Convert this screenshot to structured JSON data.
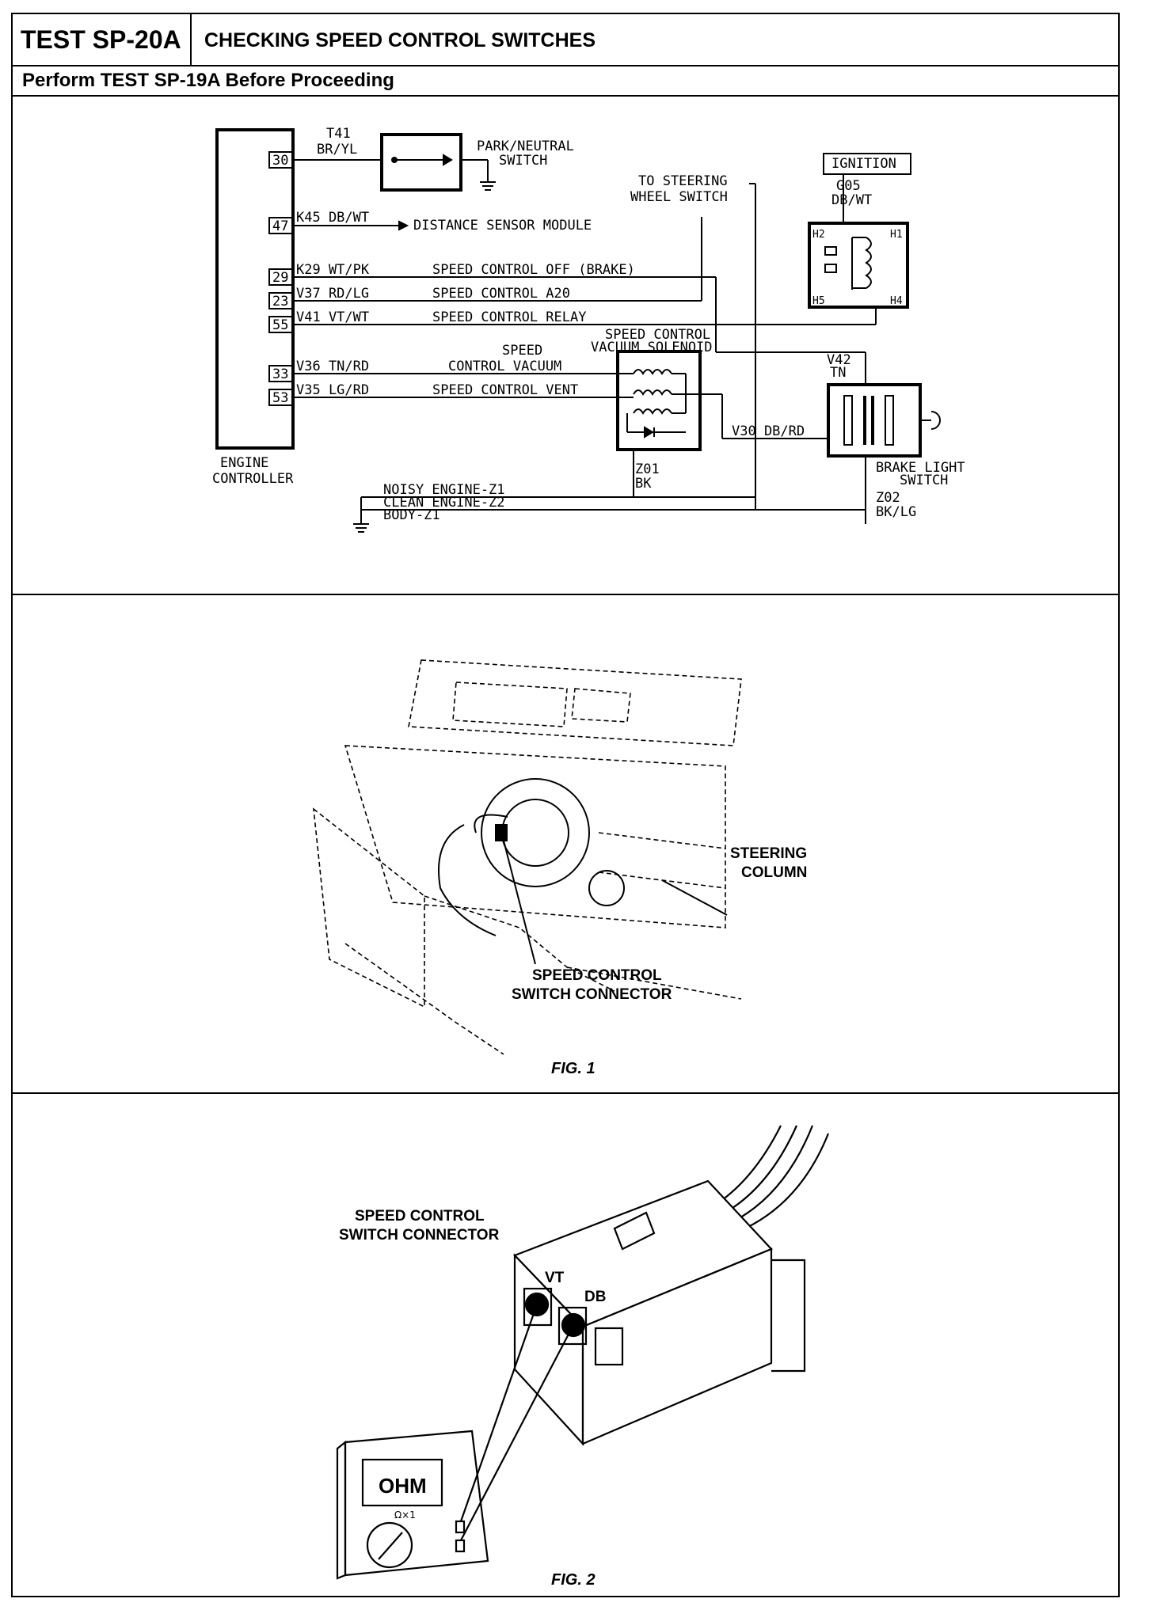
{
  "header": {
    "test_id": "TEST SP-20A",
    "title": "CHECKING SPEED CONTROL SWITCHES",
    "subtitle": "Perform TEST SP-19A Before Proceeding"
  },
  "schematic": {
    "controller_label_1": "ENGINE",
    "controller_label_2": "CONTROLLER",
    "pins": [
      "30",
      "47",
      "29",
      "23",
      "55",
      "33",
      "53"
    ],
    "wires": {
      "t41_code": "T41",
      "t41_color": "BR/YL",
      "k45": "K45 DB/WT",
      "k29": "K29 WT/PK",
      "v37": "V37 RD/LG",
      "v41": "V41 VT/WT",
      "v36": "V36 TN/RD",
      "v35": "V35 LG/RD",
      "v30": "V30 DB/RD",
      "g05_code": "G05",
      "g05_color": "DB/WT",
      "v42_code": "V42",
      "v42_color": "TN",
      "z01_code": "Z01",
      "z01_color": "BK",
      "z02_code": "Z02",
      "z02_color": "BK/LG"
    },
    "labels": {
      "park_neutral_1": "PARK/NEUTRAL",
      "park_neutral_2": "SWITCH",
      "to_steering_1": "TO STEERING",
      "to_steering_2": "WHEEL SWITCH",
      "ignition": "IGNITION",
      "distance_sensor": "DISTANCE SENSOR MODULE",
      "sc_off_brake": "SPEED CONTROL OFF (BRAKE)",
      "sc_a20": "SPEED CONTROL A20",
      "sc_relay": "SPEED CONTROL RELAY",
      "sc_vacuum_1": "SPEED",
      "sc_vacuum_2": "CONTROL VACUUM",
      "sc_vent": "SPEED CONTROL VENT",
      "solenoid_1": "SPEED CONTROL",
      "solenoid_2": "VACUUM SOLENOID",
      "brake_switch_1": "BRAKE LIGHT",
      "brake_switch_2": "SWITCH",
      "noisy": "NOISY ENGINE-Z1",
      "clean": "CLEAN ENGINE-Z2",
      "body": "BODY-Z1",
      "relay_h2": "H2",
      "relay_h1": "H1",
      "relay_h5": "H5",
      "relay_h4": "H4"
    }
  },
  "figure1": {
    "steering_1": "STEERING",
    "steering_2": "COLUMN",
    "connector_1": "SPEED CONTROL",
    "connector_2": "SWITCH CONNECTOR",
    "caption": "FIG. 1"
  },
  "figure2": {
    "connector_1": "SPEED CONTROL",
    "connector_2": "SWITCH CONNECTOR",
    "pin_vt": "VT",
    "pin_db": "DB",
    "meter_display": "OHM",
    "meter_range": "Ω×1",
    "caption": "FIG. 2"
  }
}
